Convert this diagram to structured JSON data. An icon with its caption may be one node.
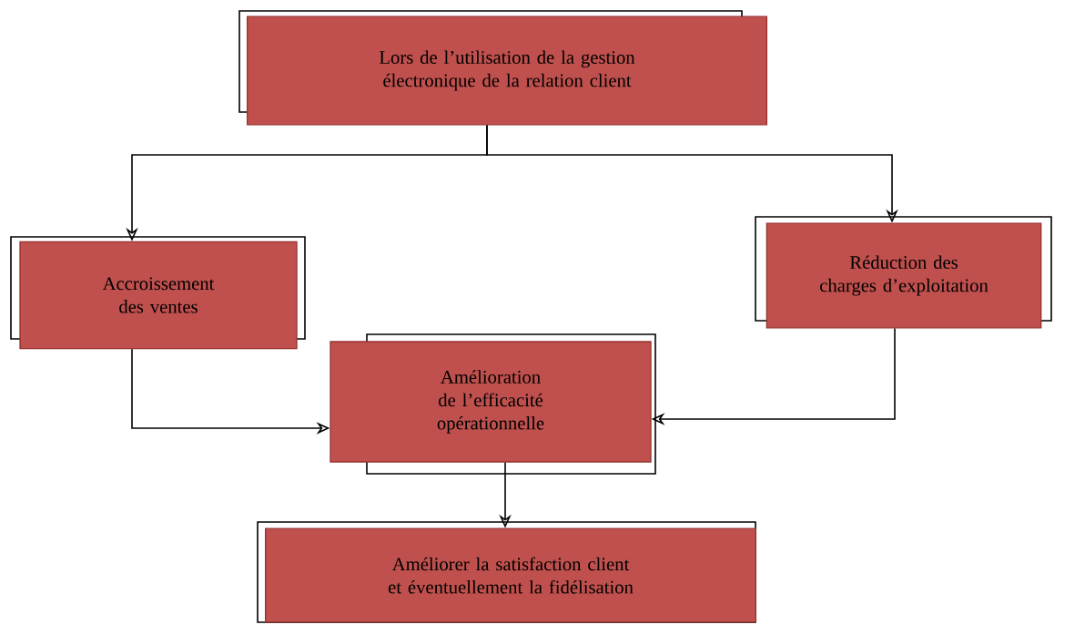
{
  "diagram": {
    "nodes": [
      {
        "text": [
          "Lors de l’utilisation de la gestion électronique de la relation client"
        ]
      },
      {
        "text": [
          "Accroissement des ventes"
        ]
      },
      {
        "text": [
          "Réduction des charges d’exploitation"
        ]
      },
      {
        "text": [
          "Amélioration de l’efficacité opérationnelle"
        ]
      },
      {
        "text": [
          "Améliorer la satisfaction client et éventuellement la fidélisation"
        ]
      }
    ],
    "edges": [
      {
        "from": 0,
        "to": 1,
        "arrow": "to"
      },
      {
        "from": 0,
        "to": 2,
        "arrow": "to"
      },
      {
        "from": 1,
        "to": 3,
        "arrow": "to"
      },
      {
        "from": 2,
        "to": 3,
        "arrow": "to"
      },
      {
        "from": 3,
        "to": 4,
        "arrow": "to"
      }
    ]
  }
}
